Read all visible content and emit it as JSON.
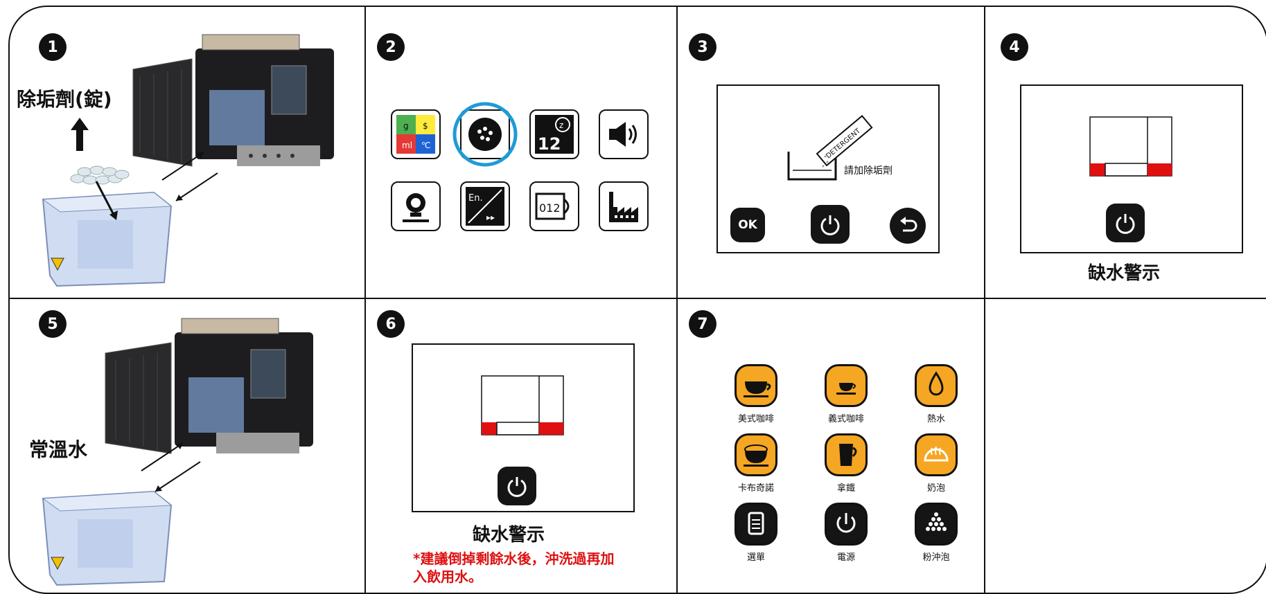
{
  "steps": [
    "1",
    "2",
    "3",
    "4",
    "5",
    "6",
    "7"
  ],
  "step1": {
    "label": "除垢劑(錠)"
  },
  "step3": {
    "prompt": "請加除垢劑",
    "ok_label": "OK",
    "detergent_label": "DETERGENT"
  },
  "step4": {
    "warning": "缺水警示"
  },
  "step5": {
    "label": "常溫水"
  },
  "step6": {
    "warning": "缺水警示",
    "note": "*建議倒掉剩餘水後，沖洗過再加入飲用水。"
  },
  "step7": {
    "items": [
      {
        "label": "美式咖啡",
        "icon": "americano-icon"
      },
      {
        "label": "義式咖啡",
        "icon": "espresso-icon"
      },
      {
        "label": "熱水",
        "icon": "hot-water-icon"
      },
      {
        "label": "卡布奇諾",
        "icon": "cappuccino-icon"
      },
      {
        "label": "拿鐵",
        "icon": "latte-icon"
      },
      {
        "label": "奶泡",
        "icon": "milk-foam-icon"
      },
      {
        "label": "選單",
        "icon": "menu-icon"
      },
      {
        "label": "電源",
        "icon": "power-icon"
      },
      {
        "label": "粉沖泡",
        "icon": "ground-coffee-icon"
      }
    ]
  },
  "colors": {
    "accent_orange": "#f5a623",
    "warning_red": "#e01010",
    "highlight_blue": "#1e9bd7"
  }
}
